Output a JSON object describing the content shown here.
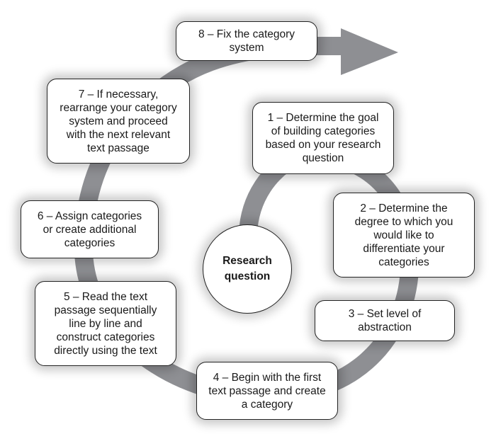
{
  "diagram": {
    "type": "spiral-process",
    "colors": {
      "path": "#8e8f93",
      "box_fill": "#ffffff",
      "box_border": "#222222",
      "text": "#1a1a1a"
    },
    "center": {
      "label": "Research\nquestion"
    },
    "steps": [
      {
        "number": 1,
        "label": "1 – Determine the goal\nof building categories\nbased on your research\nquestion"
      },
      {
        "number": 2,
        "label": "2 – Determine the\ndegree to which you\nwould like to\ndifferentiate your\ncategories"
      },
      {
        "number": 3,
        "label": "3 – Set level of\nabstraction"
      },
      {
        "number": 4,
        "label": "4 – Begin with the first\ntext passage and create\na category"
      },
      {
        "number": 5,
        "label": "5 – Read the text\npassage sequentially\nline by line and\nconstruct categories\ndirectly using the text"
      },
      {
        "number": 6,
        "label": "6 – Assign categories\nor create additional\ncategories"
      },
      {
        "number": 7,
        "label": "7 – If necessary,\nrearrange your category\nsystem and proceed\nwith the next relevant\ntext passage"
      },
      {
        "number": 8,
        "label": "8 – Fix the category\nsystem"
      }
    ],
    "flow": "Research question → 1 → 2 → 3 → 4 → 5 → 6 → 7 → 8 → exit arrow"
  }
}
